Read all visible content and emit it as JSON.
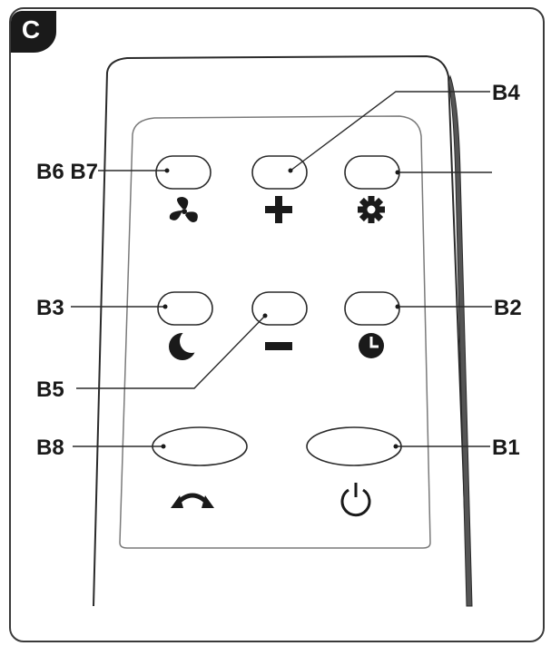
{
  "figure": {
    "badge": "C"
  },
  "callouts": {
    "b1": "B1",
    "b2": "B2",
    "b3": "B3",
    "b4": "B4",
    "b5": "B5",
    "b6_b7": "B6 B7",
    "b8": "B8"
  },
  "icons": {
    "fan": "fan-icon",
    "plus": "plus-icon",
    "settings": "gear-icon",
    "night": "moon-icon",
    "minus": "minus-icon",
    "timer": "clock-icon",
    "swing": "swing-arrow-icon",
    "power": "power-icon"
  }
}
